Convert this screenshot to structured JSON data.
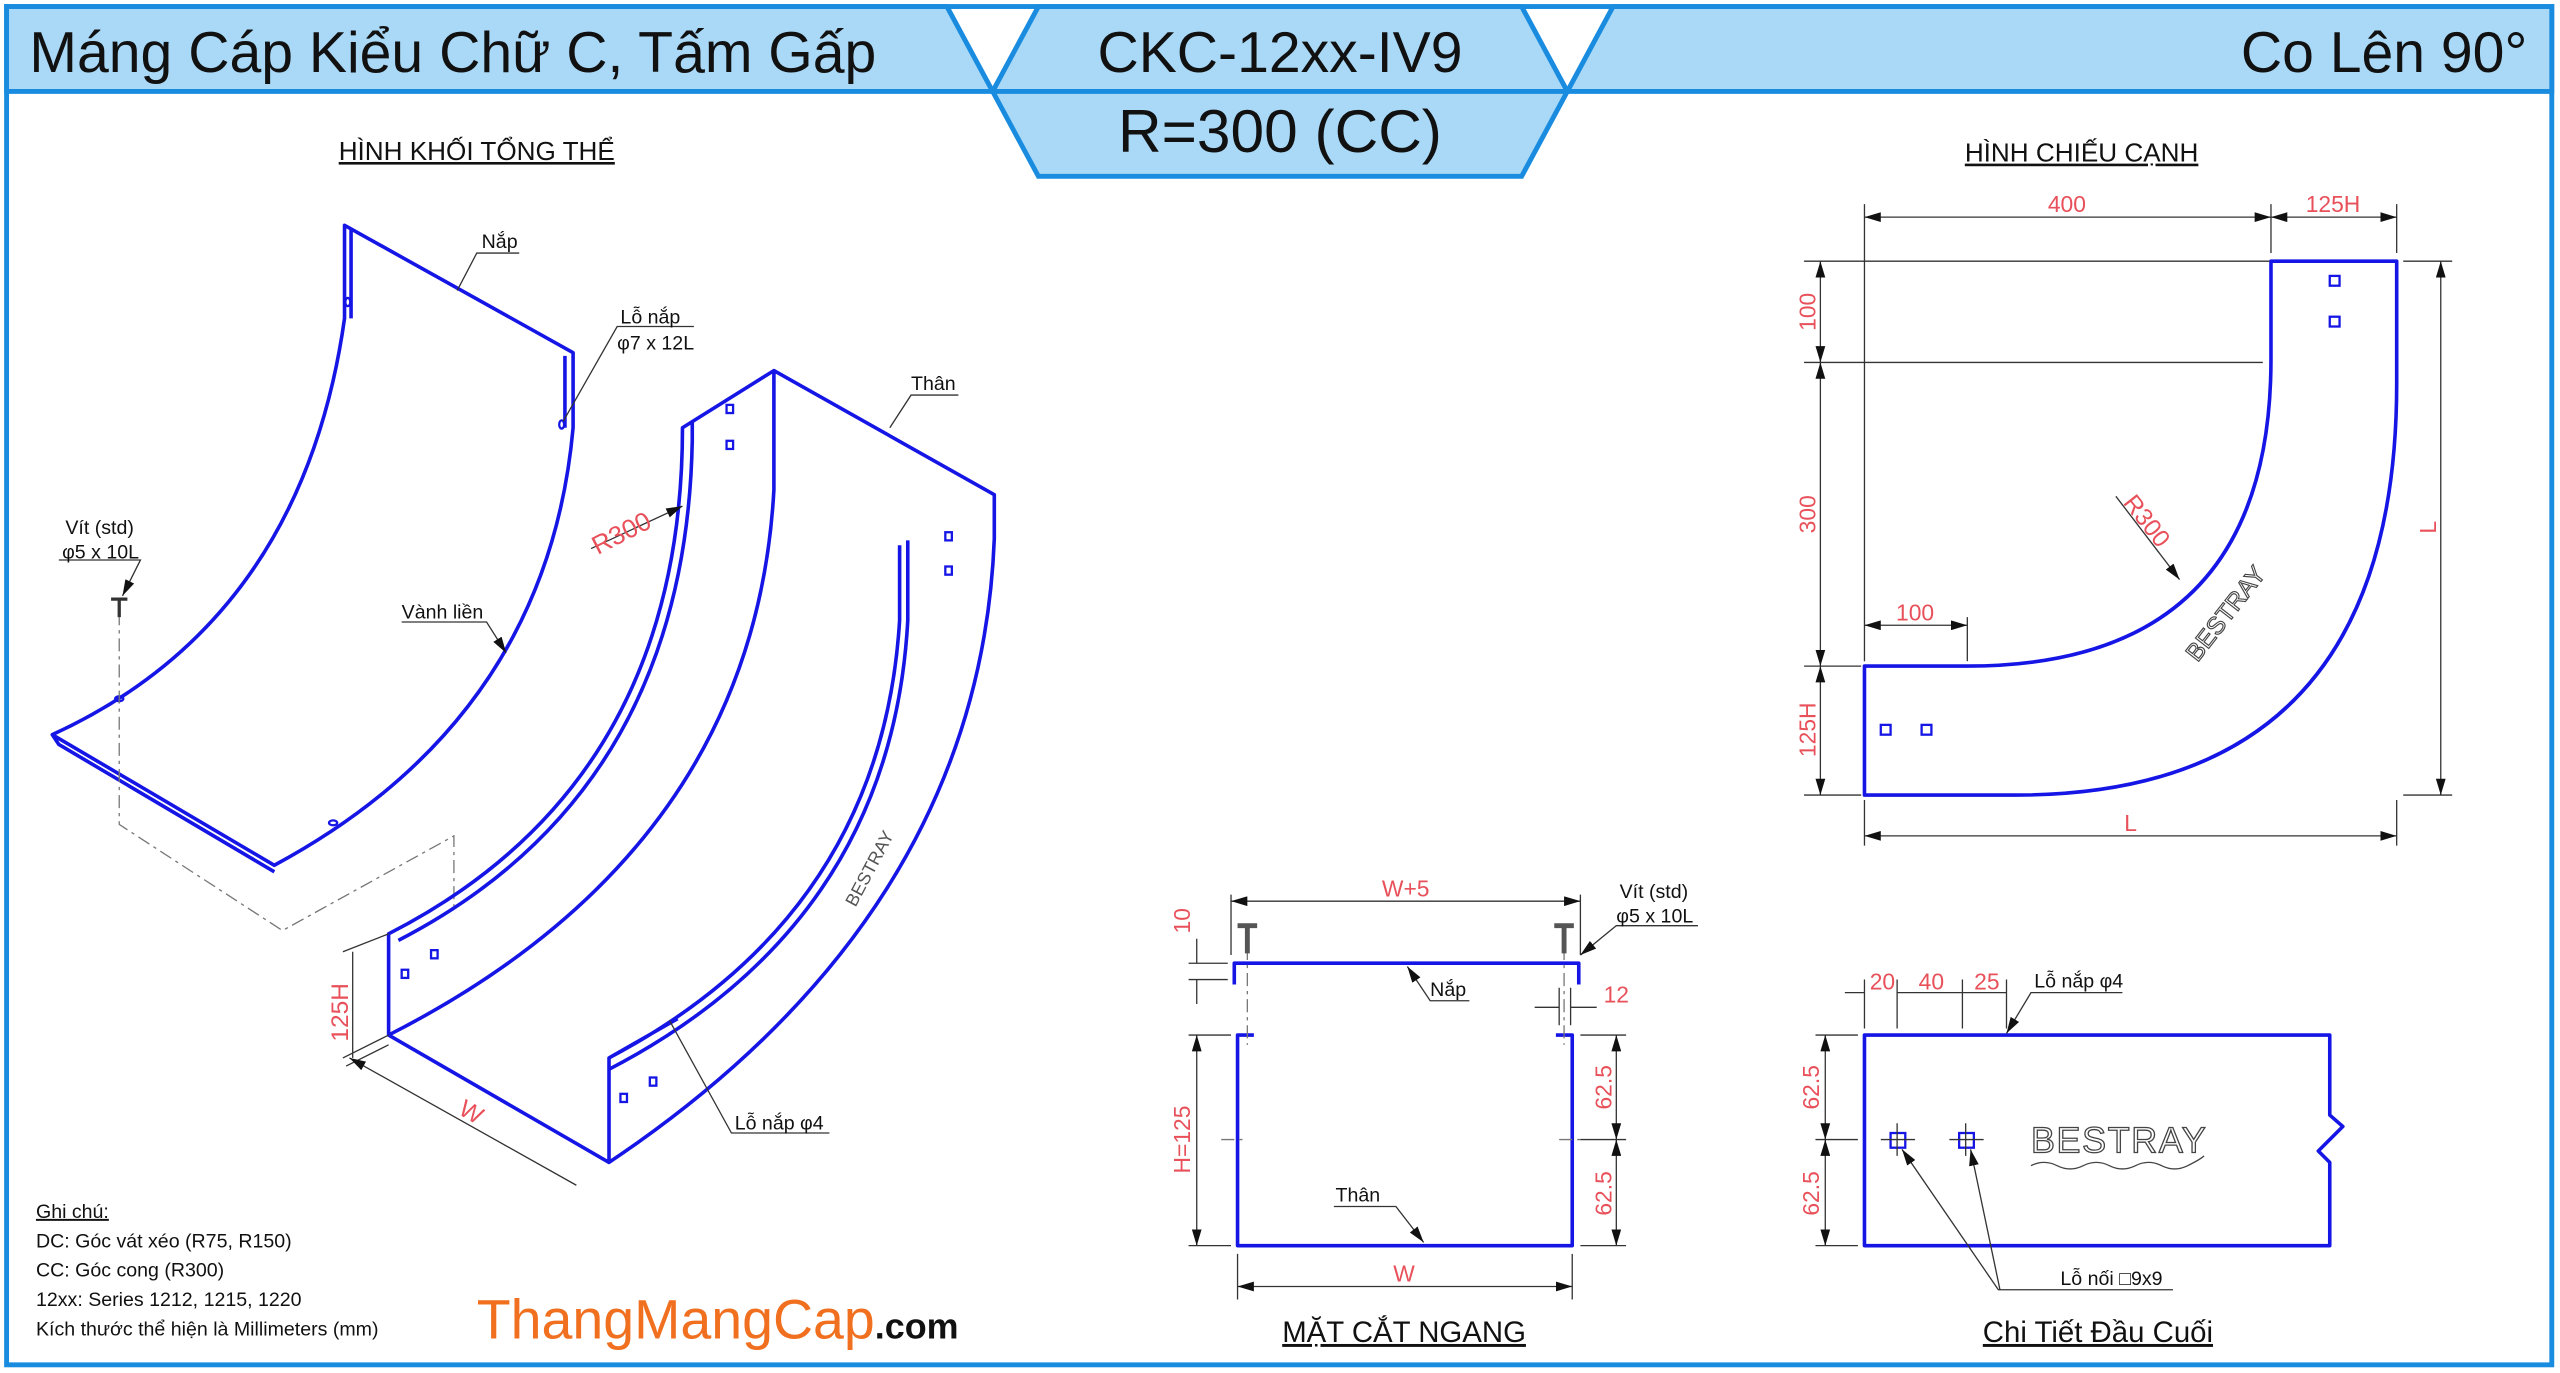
{
  "header": {
    "title": "Máng Cáp Kiểu Chữ C, Tấm Gấp",
    "model": "CKC-12xx-IV9",
    "radius": "R=300 (CC)",
    "type": "Co Lên 90°"
  },
  "iso_view": {
    "title": "HÌNH KHỐI TỔNG THỂ",
    "lid_label": "Nắp",
    "lid_hole_label": "Lỗ nắp",
    "lid_hole_size": "φ7 x 12L",
    "body_label": "Thân",
    "screw_label": "Vít (std)",
    "screw_size": "φ5 x 10L",
    "rim_label": "Vành liền",
    "radius_label": "R300",
    "height_label": "125H",
    "width_label": "W",
    "cover_hole_label": "Lỗ nắp φ4",
    "brand": "BESTRAY"
  },
  "side_view": {
    "title": "HÌNH CHIẾU CẠNH",
    "dim_400": "400",
    "dim_125h_top": "125H",
    "dim_100_v": "100",
    "dim_300": "300",
    "dim_125h_left": "125H",
    "dim_100_h": "100",
    "dim_l_right": "L",
    "dim_l_bottom": "L",
    "radius_label": "R300",
    "brand": "BESTRAY"
  },
  "cross_section": {
    "title": "MẶT CẮT NGANG",
    "dim_w5": "W+5",
    "dim_10": "10",
    "dim_12": "12",
    "dim_h": "H=125",
    "dim_62_top": "62.5",
    "dim_62_bottom": "62.5",
    "dim_w": "W",
    "lid_label": "Nắp",
    "body_label": "Thân",
    "screw_label": "Vít (std)",
    "screw_size": "φ5 x 10L"
  },
  "end_detail": {
    "title": "Chi Tiết Đầu Cuối",
    "dim_20": "20",
    "dim_40": "40",
    "dim_25": "25",
    "dim_62_top": "62.5",
    "dim_62_bottom": "62.5",
    "cover_hole_label": "Lỗ nắp φ4",
    "joint_hole_label": "Lỗ nối □9x9",
    "brand": "BESTRAY"
  },
  "notes": {
    "heading": "Ghi chú:",
    "lines": [
      "DC: Góc vát xéo (R75, R150)",
      "CC: Góc cong (R300)",
      "12xx: Series 1212, 1215, 1220",
      "Kích thước thể hiện là Millimeters (mm)"
    ]
  },
  "logo": {
    "main": "ThangMangCap",
    "suffix": ".com",
    "color": "#f07020"
  },
  "colors": {
    "frame": "#1a8ce0",
    "header_fill": "#a9d9f7",
    "part": "#1515e6",
    "dimension": "#e8505a"
  }
}
